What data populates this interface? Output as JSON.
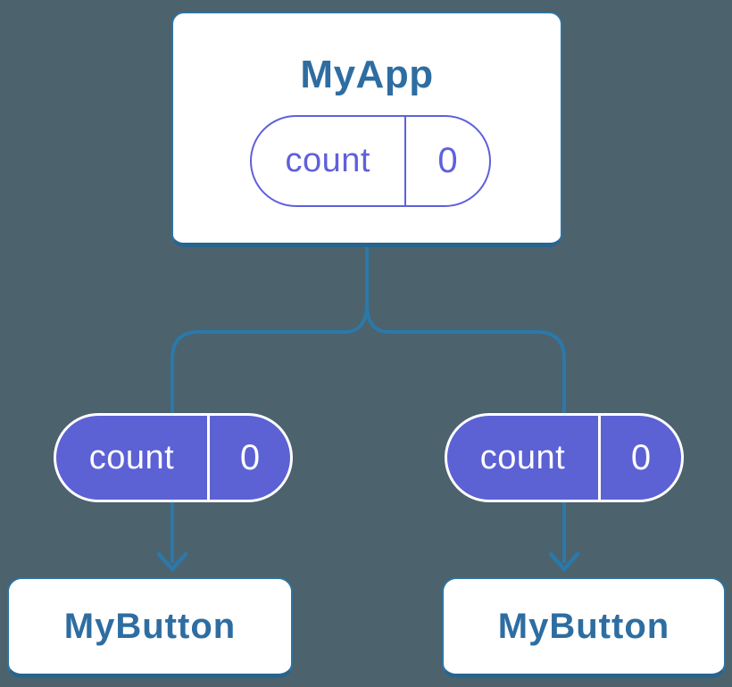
{
  "colors": {
    "background": "#4c626d",
    "connector": "#2b79aa",
    "box_border": "#2e739f",
    "box_border_bottom": "#27658f",
    "box_text": "#2e6da1",
    "pill_fill": "#5c62d4",
    "pill_outline": "#5f60dc",
    "pill_text_on_fill": "#ffffff"
  },
  "diagram": {
    "root": {
      "title": "MyApp",
      "state": {
        "name": "count",
        "value": "0"
      }
    },
    "children": [
      {
        "title": "MyButton",
        "state": {
          "name": "count",
          "value": "0"
        }
      },
      {
        "title": "MyButton",
        "state": {
          "name": "count",
          "value": "0"
        }
      }
    ]
  }
}
